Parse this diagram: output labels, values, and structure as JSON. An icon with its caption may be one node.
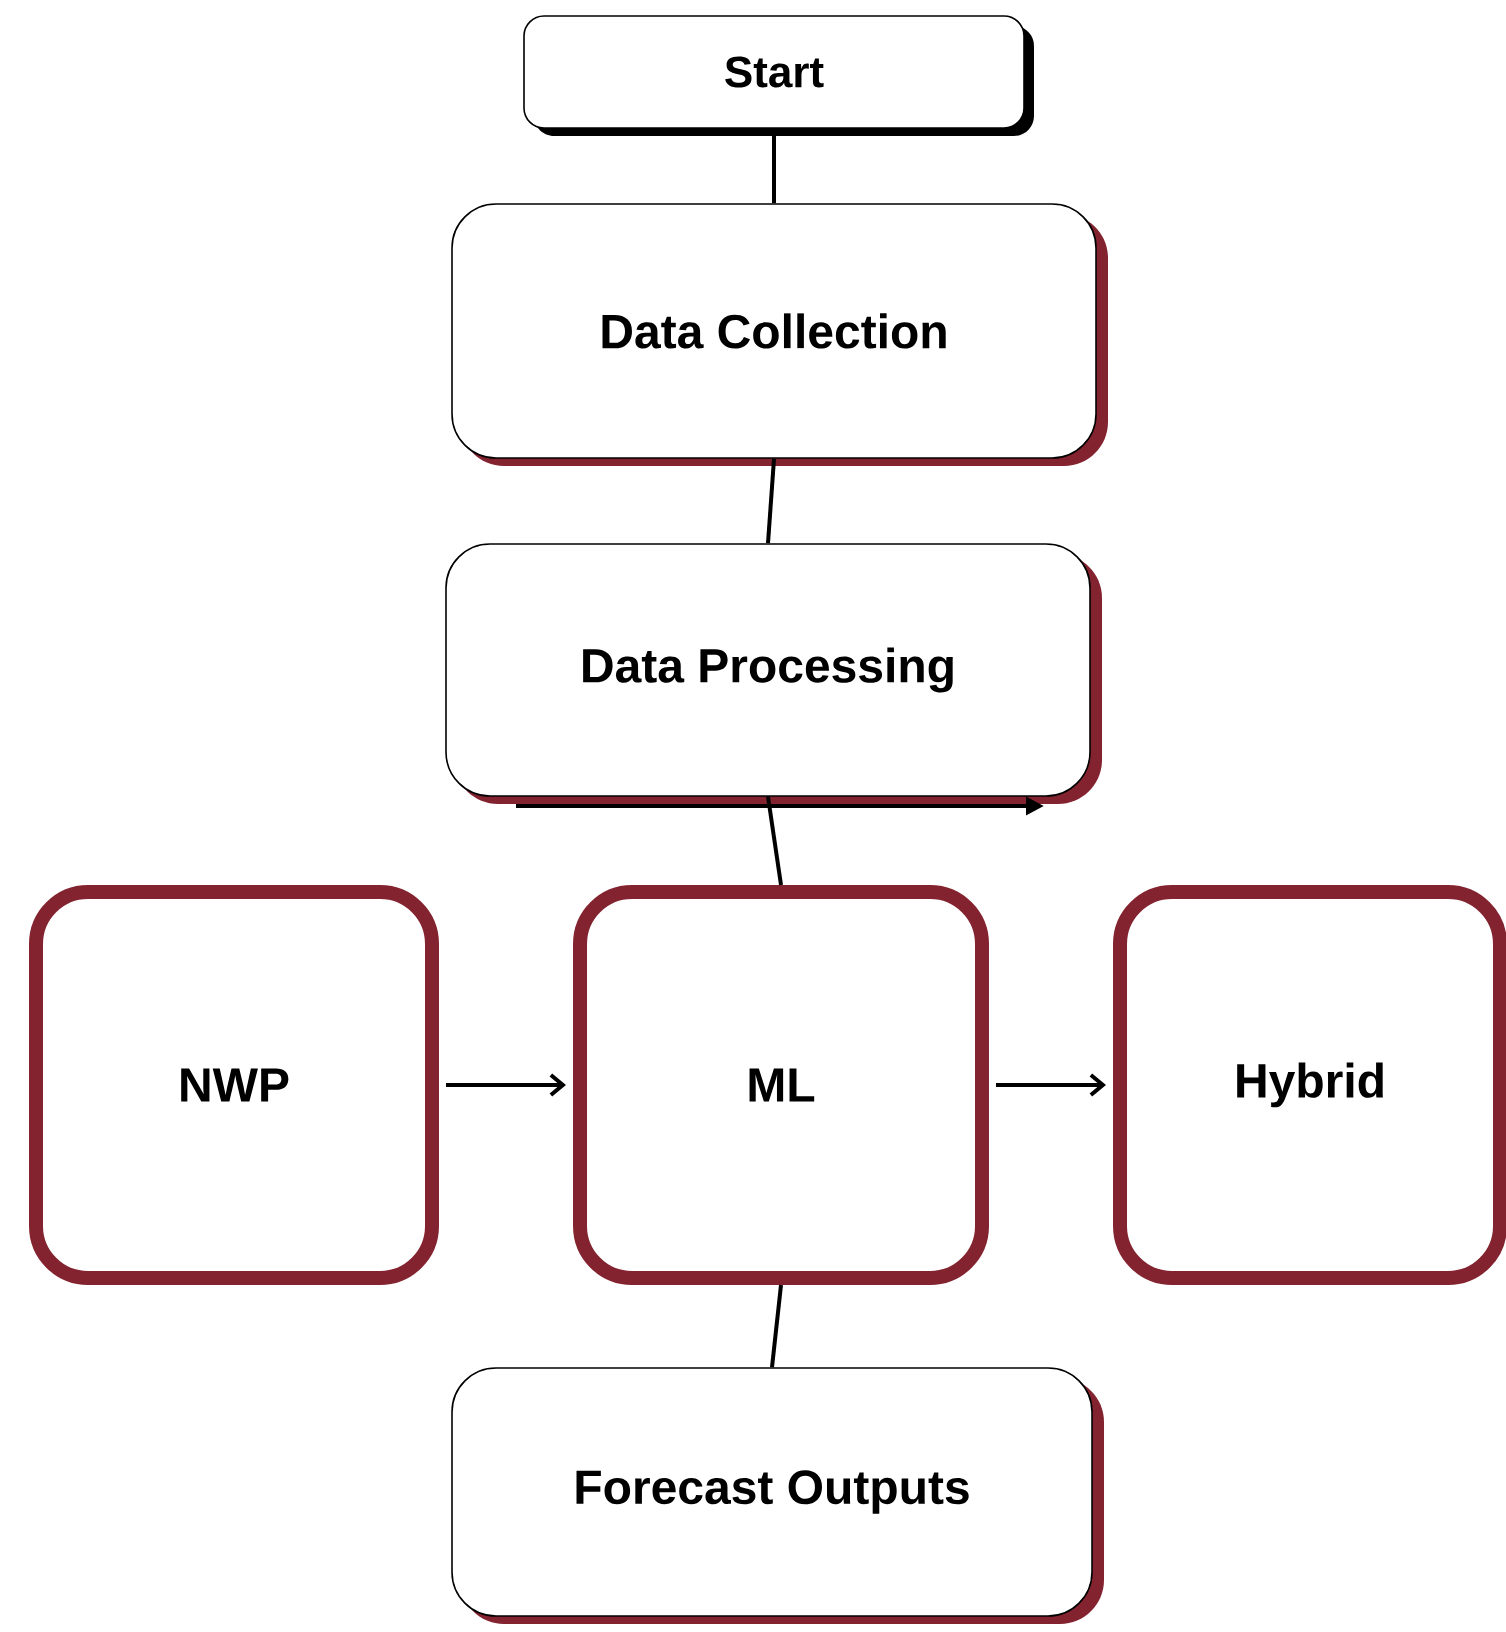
{
  "diagram": {
    "nodes": [
      {
        "text": [
          "Start"
        ]
      },
      {
        "text": [
          "Data Collection"
        ]
      },
      {
        "text": [
          "Data Processing"
        ]
      },
      {
        "text": [
          "NWP"
        ]
      },
      {
        "text": [
          "ML"
        ]
      },
      {
        "text": [
          "Hybrid"
        ]
      },
      {
        "text": [
          "Forecast Outputs"
        ]
      }
    ],
    "edges": [
      {
        "from": 0,
        "to": 1,
        "arrow": "none"
      },
      {
        "from": 1,
        "to": 2,
        "arrow": "none"
      },
      {
        "from": 2,
        "to": 4,
        "arrow": "none"
      },
      {
        "from": 3,
        "to": 4,
        "arrow": "to"
      },
      {
        "from": 4,
        "to": 5,
        "arrow": "to"
      },
      {
        "from": 4,
        "to": 6,
        "arrow": "none"
      }
    ]
  }
}
